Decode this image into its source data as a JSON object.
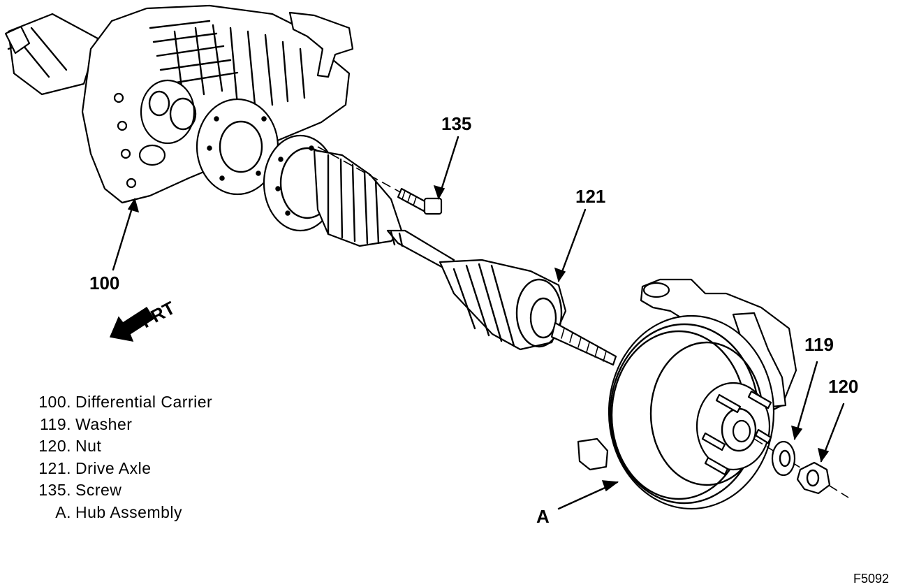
{
  "callouts": {
    "c135": "135",
    "c121": "121",
    "c100": "100",
    "c119": "119",
    "c120": "120",
    "cA": "A"
  },
  "direction_label": "FRT",
  "legend": [
    {
      "num": "100.",
      "text": "Differential Carrier"
    },
    {
      "num": "119.",
      "text": "Washer"
    },
    {
      "num": "120.",
      "text": "Nut"
    },
    {
      "num": "121.",
      "text": "Drive Axle"
    },
    {
      "num": "135.",
      "text": "Screw"
    },
    {
      "num": "A.",
      "text": "Hub Assembly"
    }
  ],
  "figure_code": "F5092"
}
